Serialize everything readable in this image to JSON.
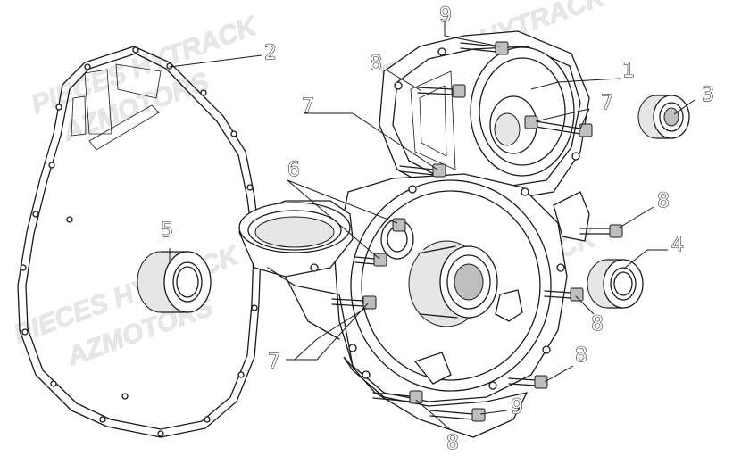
{
  "diagram": {
    "callouts": [
      {
        "id": "c1",
        "label": "1"
      },
      {
        "id": "c2",
        "label": "2"
      },
      {
        "id": "c3",
        "label": "3"
      },
      {
        "id": "c4",
        "label": "4"
      },
      {
        "id": "c5",
        "label": "5"
      },
      {
        "id": "c6",
        "label": "6"
      },
      {
        "id": "c7a",
        "label": "7"
      },
      {
        "id": "c7b",
        "label": "7"
      },
      {
        "id": "c7c",
        "label": "7"
      },
      {
        "id": "c8a",
        "label": "8"
      },
      {
        "id": "c8b",
        "label": "8"
      },
      {
        "id": "c8c",
        "label": "8"
      },
      {
        "id": "c8d",
        "label": "8"
      },
      {
        "id": "c8e",
        "label": "8"
      },
      {
        "id": "c9a",
        "label": "9"
      },
      {
        "id": "c9b",
        "label": "9"
      }
    ],
    "watermarks": {
      "line1": "PIECES HYTRACK",
      "line2": "AZMOTORS"
    },
    "colors": {
      "ink": "#1a1a1a",
      "background": "#ffffff",
      "watermark": "#d8d8d8"
    }
  }
}
